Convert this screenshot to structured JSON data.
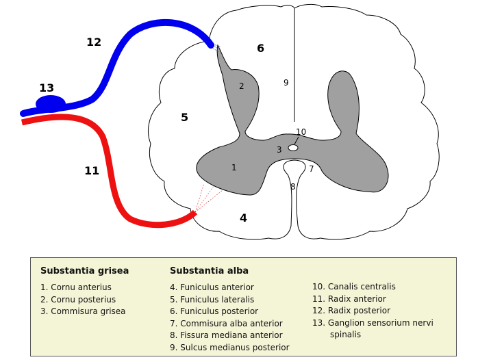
{
  "colors": {
    "posterior_root": "#0000ee",
    "anterior_root": "#ee1111",
    "gray_matter": "#a0a0a0",
    "legend_bg": "#f4f4d7"
  },
  "labels": {
    "l1": "1",
    "l2": "2",
    "l3": "3",
    "l4": "4",
    "l5": "5",
    "l6": "6",
    "l7": "7",
    "l8": "8",
    "l9": "9",
    "l10": "10",
    "l11": "11",
    "l12": "12",
    "l13": "13"
  },
  "legend": {
    "grisea": {
      "title": "Substantia grisea",
      "items": [
        "1. Cornu anterius",
        "2. Cornu posterius",
        "3. Commisura grisea"
      ]
    },
    "alba": {
      "title": "Substantia alba",
      "items": [
        "4. Funiculus anterior",
        "5. Funiculus lateralis",
        "6. Funiculus posterior",
        "7. Commisura alba anterior",
        "8. Fissura mediana anterior",
        "9. Sulcus medianus posterior"
      ]
    },
    "other": {
      "items": [
        "10. Canalis centralis",
        "11. Radix anterior",
        "12. Radix posterior",
        "13. Ganglion sensorium nervi",
        "spinalis"
      ]
    }
  }
}
